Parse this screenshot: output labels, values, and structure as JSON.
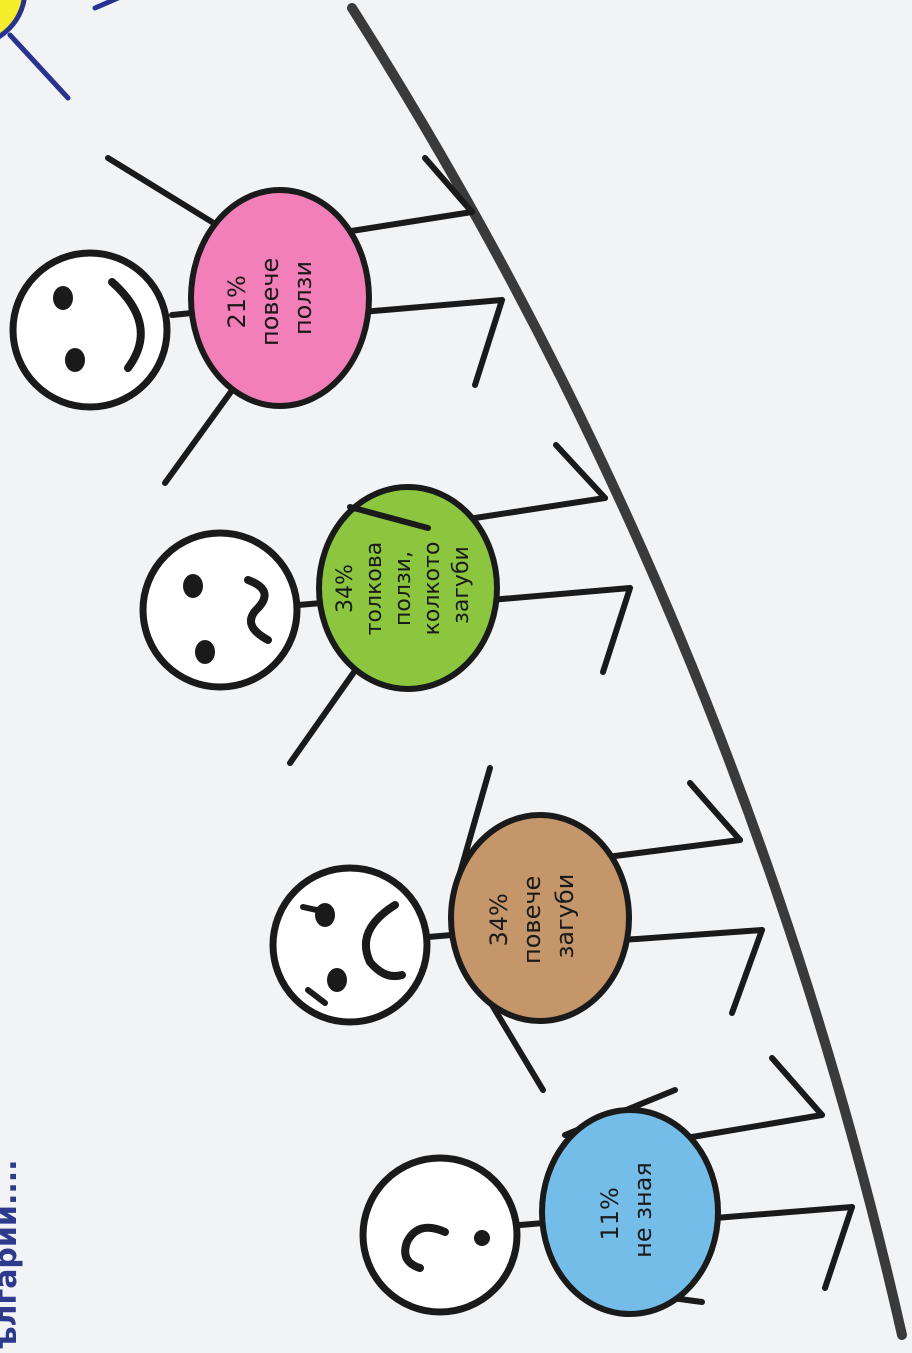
{
  "caption_fragment": "ългарии....",
  "colors": {
    "background": "#f2f3f5",
    "ground": "#3a3a3a",
    "outline": "#1a1a1a",
    "sun_fill": "#f6ee2a",
    "sun_rays": "#2a3290",
    "caption": "#2e3a8c",
    "face": "#ffffff"
  },
  "figures": [
    {
      "id": "more-benefits",
      "face": "smile-face-icon",
      "percent": "21%",
      "line1": "повече",
      "line2": "ползи",
      "line3": "",
      "line4": "",
      "color": "#f27fb8"
    },
    {
      "id": "equal",
      "face": "wavy-mouth-face-icon",
      "percent": "34%",
      "line1": "толкова",
      "line2": "ползи,",
      "line3": "колкото",
      "line4": "загуби",
      "color": "#8cc63f"
    },
    {
      "id": "more-losses",
      "face": "frown-face-icon",
      "percent": "34%",
      "line1": "повече",
      "line2": "загуби",
      "line3": "",
      "line4": "",
      "color": "#c4966a"
    },
    {
      "id": "dont-know",
      "face": "question-face-icon",
      "percent": "11%",
      "line1": "не зная",
      "line2": "",
      "line3": "",
      "line4": "",
      "color": "#74bde8"
    }
  ]
}
